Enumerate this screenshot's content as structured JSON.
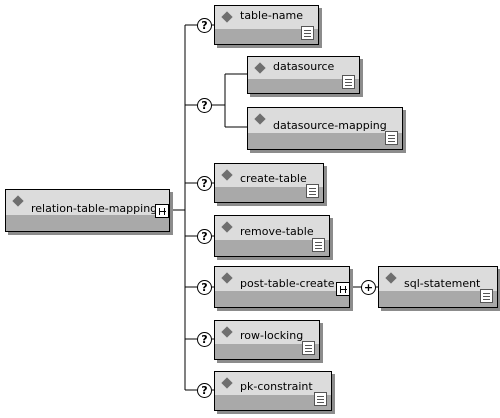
{
  "root": {
    "label": "relation-table-mapping"
  },
  "children": [
    {
      "label": "table-name",
      "occurrence": "?"
    },
    {
      "occurrence": "?",
      "choice": [
        {
          "label": "datasource"
        },
        {
          "label": "datasource-mapping"
        }
      ]
    },
    {
      "label": "create-table",
      "occurrence": "?"
    },
    {
      "label": "remove-table",
      "occurrence": "?"
    },
    {
      "label": "post-table-create",
      "occurrence": "?",
      "child": {
        "label": "sql-statement",
        "occurrence": "+"
      }
    },
    {
      "label": "row-locking",
      "occurrence": "?"
    },
    {
      "label": "pk-constraint",
      "occurrence": "?"
    }
  ],
  "colors": {
    "node_top": "#dcdcdc",
    "node_bottom": "#a9a9a9",
    "shadow": "#8c8c8c",
    "icon": "#6f6f6f"
  },
  "icons": [
    "diamond-icon",
    "document-icon",
    "sequence-icon",
    "optional-marker",
    "one-or-more-marker"
  ]
}
